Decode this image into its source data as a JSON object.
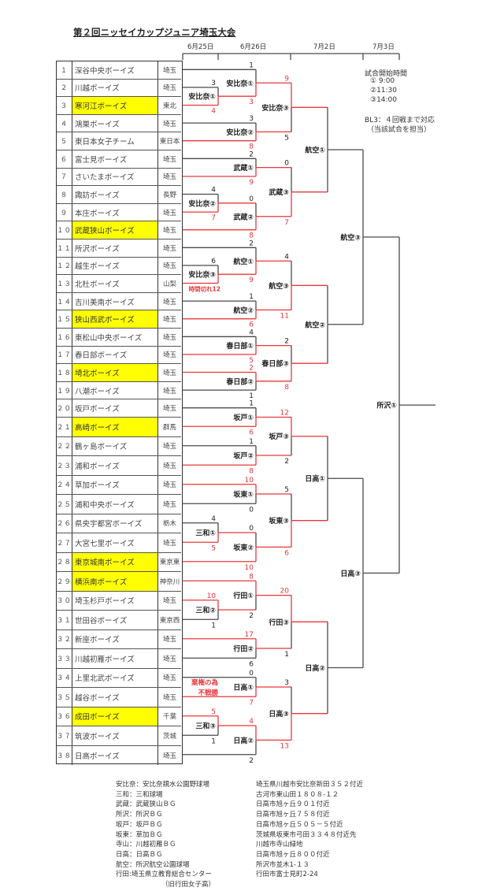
{
  "title": "第２回ニッセイカップジュニア埼玉大会",
  "dates": [
    "6月25日",
    "6月26日",
    "7月2日",
    "7月3日"
  ],
  "teams": [
    {
      "no": "１",
      "name": "深谷中央ボーイズ",
      "pref": "埼玉",
      "highlight": false
    },
    {
      "no": "２",
      "name": "川越ボーイズ",
      "pref": "埼玉",
      "highlight": false
    },
    {
      "no": "３",
      "name": "寒河江ボーイズ",
      "pref": "東北",
      "highlight": true
    },
    {
      "no": "４",
      "name": "鴻巣ボーイズ",
      "pref": "埼玉",
      "highlight": false
    },
    {
      "no": "５",
      "name": "東日本女子チーム",
      "pref": "東日本",
      "highlight": false
    },
    {
      "no": "６",
      "name": "富士見ボーイズ",
      "pref": "埼玉",
      "highlight": false
    },
    {
      "no": "７",
      "name": "さいたまボーイズ",
      "pref": "埼玉",
      "highlight": false
    },
    {
      "no": "８",
      "name": "諏訪ボーイズ",
      "pref": "長野",
      "highlight": false
    },
    {
      "no": "９",
      "name": "本庄ボーイズ",
      "pref": "埼玉",
      "highlight": false
    },
    {
      "no": "１０",
      "name": "武蔵狭山ボーイズ",
      "pref": "埼玉",
      "highlight": true
    },
    {
      "no": "１１",
      "name": "所沢ボーイズ",
      "pref": "埼玉",
      "highlight": false
    },
    {
      "no": "１２",
      "name": "越生ボーイズ",
      "pref": "埼玉",
      "highlight": false
    },
    {
      "no": "１３",
      "name": "北杜ボーイズ",
      "pref": "山梨",
      "highlight": false
    },
    {
      "no": "１４",
      "name": "吉川美南ボーイズ",
      "pref": "埼玉",
      "highlight": false
    },
    {
      "no": "１５",
      "name": "狭山西武ボーイズ",
      "pref": "埼玉",
      "highlight": true
    },
    {
      "no": "１６",
      "name": "東松山中央ボーイズ",
      "pref": "埼玉",
      "highlight": false
    },
    {
      "no": "１７",
      "name": "春日部ボーイズ",
      "pref": "埼玉",
      "highlight": false
    },
    {
      "no": "１８",
      "name": "埼北ボーイズ",
      "pref": "埼玉",
      "highlight": true
    },
    {
      "no": "１９",
      "name": "八潮ボーイズ",
      "pref": "埼玉",
      "highlight": false
    },
    {
      "no": "２０",
      "name": "坂戸ボーイズ",
      "pref": "埼玉",
      "highlight": false
    },
    {
      "no": "２１",
      "name": "高崎ボーイズ",
      "pref": "群馬",
      "highlight": true
    },
    {
      "no": "２２",
      "name": "鶴ヶ島ボーイズ",
      "pref": "埼玉",
      "highlight": false
    },
    {
      "no": "２３",
      "name": "浦和ボーイズ",
      "pref": "埼玉",
      "highlight": false
    },
    {
      "no": "２４",
      "name": "草加ボーイズ",
      "pref": "埼玉",
      "highlight": false
    },
    {
      "no": "２５",
      "name": "浦和中央ボーイズ",
      "pref": "埼玉",
      "highlight": false
    },
    {
      "no": "２６",
      "name": "県央宇都宮ボーイズ",
      "pref": "栃木",
      "highlight": false
    },
    {
      "no": "２７",
      "name": "大宮七里ボーイズ",
      "pref": "埼玉",
      "highlight": false
    },
    {
      "no": "２８",
      "name": "東京城南ボーイズ",
      "pref": "東京東",
      "highlight": true
    },
    {
      "no": "２９",
      "name": "横浜南ボーイズ",
      "pref": "神奈川",
      "highlight": true
    },
    {
      "no": "３０",
      "name": "埼玉杉戸ボーイズ",
      "pref": "埼玉",
      "highlight": false
    },
    {
      "no": "３１",
      "name": "世田谷ボーイズ",
      "pref": "東京西",
      "highlight": false
    },
    {
      "no": "３２",
      "name": "新座ボーイズ",
      "pref": "埼玉",
      "highlight": false
    },
    {
      "no": "３３",
      "name": "川越初雁ボーイズ",
      "pref": "埼玉",
      "highlight": false
    },
    {
      "no": "３４",
      "name": "上里北武ボーイズ",
      "pref": "埼玉",
      "highlight": false
    },
    {
      "no": "３５",
      "name": "越谷ボーイズ",
      "pref": "埼玉",
      "highlight": false
    },
    {
      "no": "３６",
      "name": "成田ボーイズ",
      "pref": "千葉",
      "highlight": true
    },
    {
      "no": "３７",
      "name": "筑波ボーイズ",
      "pref": "茨城",
      "highlight": false
    },
    {
      "no": "３８",
      "name": "日高ボーイズ",
      "pref": "埼玉",
      "highlight": false
    }
  ],
  "matches": [
    {
      "label": "安比奈①",
      "scores": [
        "3",
        "4"
      ],
      "winner": 1
    },
    {
      "label": "安比奈②",
      "scores": [
        "4",
        "7"
      ],
      "winner": 1
    },
    {
      "label": "安比奈③",
      "scores": [
        "6",
        "時間切れ12"
      ],
      "winner": 1
    },
    {
      "label": "三和①",
      "scores": [
        "4",
        "5"
      ],
      "winner": 1
    },
    {
      "label": "三和②",
      "scores": [
        "10",
        "1"
      ],
      "winner": 0
    },
    {
      "label": "三和③",
      "scores": [
        "5",
        "1"
      ],
      "winner": 0
    },
    {
      "label": "安比奈①",
      "scores": [
        "1",
        "3"
      ],
      "winner": 1
    },
    {
      "label": "安比奈②",
      "scores": [
        "3",
        "8"
      ],
      "winner": 1
    },
    {
      "label": "武蔵①",
      "scores": [
        "2",
        "9"
      ],
      "winner": 1
    },
    {
      "label": "武蔵②",
      "scores": [
        "0",
        "8"
      ],
      "winner": 1
    },
    {
      "label": "航空①",
      "scores": [
        "2",
        "9"
      ],
      "winner": 1
    },
    {
      "label": "航空②",
      "scores": [
        "1",
        "6"
      ],
      "winner": 1
    },
    {
      "label": "春日部①",
      "scores": [
        "4",
        "5"
      ],
      "winner": 1
    },
    {
      "label": "春日部②",
      "scores": [
        "2",
        "1"
      ],
      "winner": 0
    },
    {
      "label": "坂戸①",
      "scores": [
        "1",
        "6"
      ],
      "winner": 1
    },
    {
      "label": "坂戸②",
      "scores": [
        "1",
        "8"
      ],
      "winner": 1
    },
    {
      "label": "坂東①",
      "scores": [
        "10",
        "0"
      ],
      "winner": 0
    },
    {
      "label": "坂東②",
      "scores": [
        "0",
        "10"
      ],
      "winner": 1
    },
    {
      "label": "行田①",
      "scores": [
        "8",
        "2"
      ],
      "winner": 0
    },
    {
      "label": "行田②",
      "scores": [
        "17",
        "6"
      ],
      "winner": 0
    },
    {
      "label": "日高①",
      "scores": [
        "0",
        "7"
      ],
      "winner": 1,
      "note": [
        "棄権の為",
        "不戦勝"
      ]
    },
    {
      "label": "日高②",
      "scores": [
        "4",
        "2"
      ],
      "winner": 0
    },
    {
      "label": "安比奈③",
      "scores": [
        "9",
        "5"
      ],
      "winner": 0
    },
    {
      "label": "武蔵③",
      "scores": [
        "0",
        "7"
      ],
      "winner": 1
    },
    {
      "label": "航空③",
      "scores": [
        "4",
        "11"
      ],
      "winner": 1
    },
    {
      "label": "春日部③",
      "scores": [
        "2",
        "8"
      ],
      "winner": 1
    },
    {
      "label": "坂戸③",
      "scores": [
        "12",
        "2"
      ],
      "winner": 0
    },
    {
      "label": "坂東③",
      "scores": [
        "5",
        "6"
      ],
      "winner": 1
    },
    {
      "label": "行田③",
      "scores": [
        "20",
        "1"
      ],
      "winner": 0
    },
    {
      "label": "日高③",
      "scores": [
        "3",
        "13"
      ],
      "winner": 1
    },
    {
      "label": "航空①",
      "scores": null,
      "winner": null
    },
    {
      "label": "航空②",
      "scores": null,
      "winner": null
    },
    {
      "label": "日高①",
      "scores": null,
      "winner": null
    },
    {
      "label": "日高②",
      "scores": null,
      "winner": null
    },
    {
      "label": "航空③",
      "scores": null,
      "winner": null
    },
    {
      "label": "日高③",
      "scores": null,
      "winner": null
    },
    {
      "label": "所沢①",
      "scores": null,
      "winner": null
    }
  ],
  "schedule": {
    "heading": "試合開始時間",
    "times": [
      "① 9:00",
      "②11:30",
      "③14:00"
    ],
    "bl_note": "BL3：４回戦まで対応",
    "bl_sub": "（当該試合を担当）"
  },
  "venues": [
    {
      "name": "安比奈：安比奈親水公園野球場",
      "address": "埼玉県川越市安比奈新田３５２付近"
    },
    {
      "name": "三和：三和球場",
      "address": "古河市東山田１８０８-１２"
    },
    {
      "name": "武蔵：武蔵狭山ＢＧ",
      "address": "日高市旭ヶ丘９０１付近"
    },
    {
      "name": "所沢：所沢ＢＧ",
      "address": "日高市旭ヶ丘７５８付近"
    },
    {
      "name": "坂戸：坂戸ＢＧ",
      "address": "日高市旭ヶ丘５０５－５付近"
    },
    {
      "name": "坂東：草加ＢＧ",
      "address": "茨城県坂東市弓田３３４８付近先"
    },
    {
      "name": "寺山：川越初雁ＢＧ",
      "address": "川越市寺山緑地"
    },
    {
      "name": "日高：日高ＢＧ",
      "address": "日高市旭ヶ丘８００付近"
    },
    {
      "name": "航空：所沢航空公園球場",
      "address": "所沢市並木1-１３"
    },
    {
      "name": "行田:埼玉県立教育総合センター",
      "address": "行田市富士見町2-24"
    }
  ],
  "venue_footnote": "（旧行田女子高）",
  "colors": {
    "win": "#e8383d",
    "line": "#4a4a4a",
    "highlight": "#ffff00"
  }
}
